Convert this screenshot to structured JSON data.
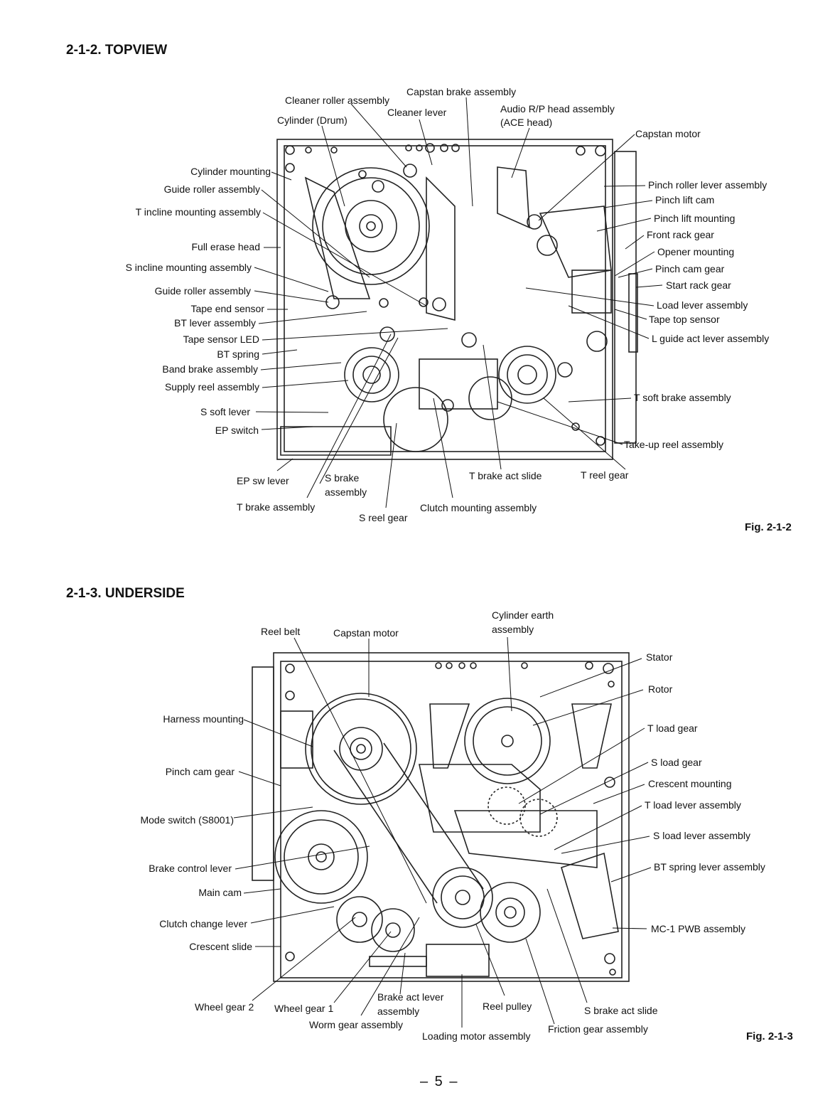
{
  "topview": {
    "title": "2-1-2. TOPVIEW",
    "figure": "Fig. 2-1-2",
    "labels": {
      "cleaner_roller_assembly": "Cleaner roller assembly",
      "capstan_brake_assembly": "Capstan brake assembly",
      "cleaner_lever": "Cleaner lever",
      "audio_rp_head_assembly": "Audio R/P head assembly",
      "ace_head": "(ACE head)",
      "cylinder_drum": "Cylinder (Drum)",
      "capstan_motor": "Capstan motor",
      "cylinder_mounting": "Cylinder mounting",
      "guide_roller_assembly_1": "Guide roller assembly",
      "t_incline_mounting_assembly": "T incline mounting assembly",
      "full_erase_head": "Full erase head",
      "s_incline_mounting_assembly": "S incline mounting assembly",
      "guide_roller_assembly_2": "Guide roller assembly",
      "tape_end_sensor": "Tape end sensor",
      "bt_lever_assembly": "BT lever assembly",
      "tape_sensor_led": "Tape sensor LED",
      "bt_spring": "BT spring",
      "band_brake_assembly": "Band brake assembly",
      "supply_reel_assembly": "Supply reel assembly",
      "s_soft_lever": "S soft lever",
      "ep_switch": "EP switch",
      "pinch_roller_lever_assembly": "Pinch roller lever assembly",
      "pinch_lift_cam": "Pinch lift cam",
      "pinch_lift_mounting": "Pinch lift mounting",
      "front_rack_gear": "Front rack gear",
      "opener_mounting": "Opener mounting",
      "pinch_cam_gear": "Pinch cam gear",
      "start_rack_gear": "Start rack gear",
      "load_lever_assembly": "Load lever assembly",
      "tape_top_sensor": "Tape top sensor",
      "l_guide_act_lever_assembly": "L guide act lever assembly",
      "t_soft_brake_assembly": "T soft brake assembly",
      "take_up_reel_assembly": "Take-up reel assembly",
      "ep_sw_lever": "EP sw lever",
      "s_brake": "S brake",
      "s_brake_assembly_2": "assembly",
      "t_brake_act_slide": "T brake act slide",
      "t_reel_gear": "T reel gear",
      "t_brake_assembly": "T brake assembly",
      "clutch_mounting_assembly": "Clutch mounting assembly",
      "s_reel_gear": "S reel gear"
    }
  },
  "underside": {
    "title": "2-1-3. UNDERSIDE",
    "figure": "Fig. 2-1-3",
    "labels": {
      "cylinder_earth": "Cylinder earth",
      "cylinder_earth_2": "assembly",
      "reel_belt": "Reel belt",
      "capstan_motor": "Capstan motor",
      "stator": "Stator",
      "rotor": "Rotor",
      "harness_mounting": "Harness mounting",
      "t_load_gear": "T load gear",
      "s_load_gear": "S load gear",
      "pinch_cam_gear": "Pinch cam gear",
      "crescent_mounting": "Crescent mounting",
      "t_load_lever_assembly": "T load lever assembly",
      "mode_switch": "Mode switch (S8001)",
      "s_load_lever_assembly": "S load lever assembly",
      "bt_spring_lever_assembly": "BT spring lever assembly",
      "brake_control_lever": "Brake control lever",
      "main_cam": "Main cam",
      "clutch_change_lever": "Clutch change lever",
      "mc1_pwb_assembly": "MC-1 PWB assembly",
      "crescent_slide": "Crescent slide",
      "wheel_gear_2": "Wheel gear 2",
      "wheel_gear_1": "Wheel gear 1",
      "brake_act_lever": "Brake act lever",
      "brake_act_lever_2": "assembly",
      "reel_pulley": "Reel pulley",
      "s_brake_act_slide": "S brake act slide",
      "worm_gear_assembly": "Worm gear assembly",
      "friction_gear_assembly": "Friction gear assembly",
      "loading_motor_assembly": "Loading motor assembly"
    }
  },
  "page_number": "– 5 –"
}
